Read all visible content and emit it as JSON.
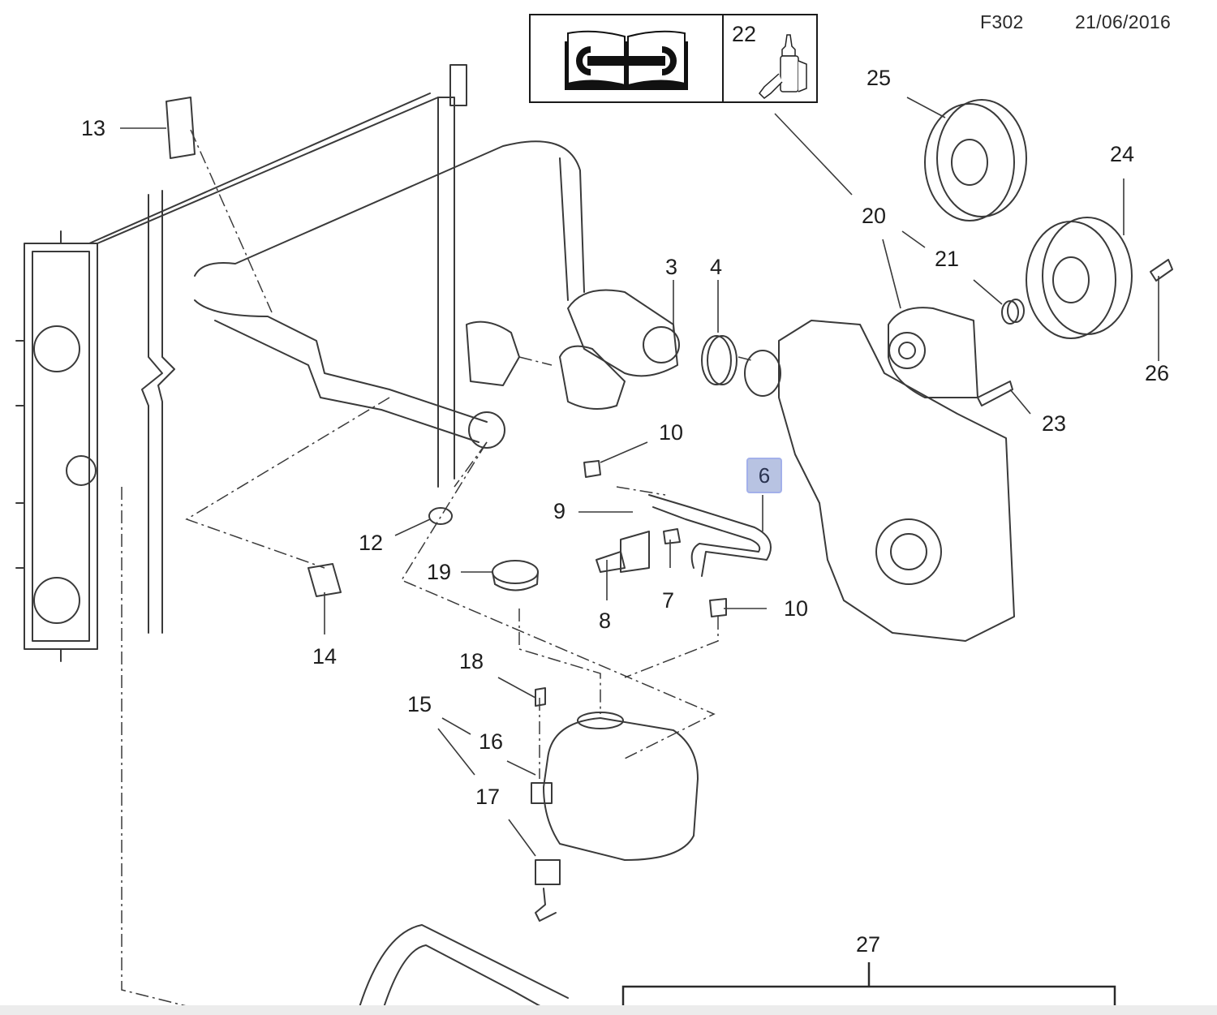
{
  "header": {
    "diagram_code": "F302",
    "date": "21/06/2016"
  },
  "legend": {
    "manual_icon": "repair-manual-icon",
    "adhesive_ref": "22",
    "adhesive_icon": "adhesive-bottle-icon"
  },
  "callouts": {
    "c3": "3",
    "c4": "4",
    "c6": "6",
    "c7": "7",
    "c8": "8",
    "c9": "9",
    "c10a": "10",
    "c10b": "10",
    "c12": "12",
    "c13": "13",
    "c14": "14",
    "c15": "15",
    "c16": "16",
    "c17": "17",
    "c18": "18",
    "c19": "19",
    "c20": "20",
    "c21": "21",
    "c23": "23",
    "c24": "24",
    "c25": "25",
    "c26": "26",
    "c27": "27"
  },
  "highlighted_part": "6",
  "colors": {
    "highlight_fill": "#b8c3e2",
    "highlight_border": "#a3b0ea",
    "line": "#3a3a3a"
  }
}
